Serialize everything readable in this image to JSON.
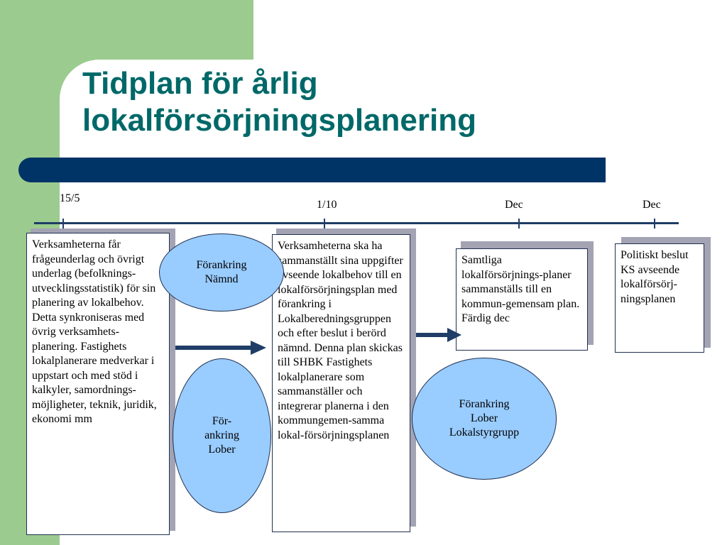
{
  "title": "Tidplan för årlig lokalförsörjningsplanering",
  "timeline": {
    "dates": [
      "15/5",
      "1/10",
      "Dec",
      "Dec"
    ]
  },
  "boxes": [
    {
      "text": "Verksamheterna får frågeunderlag och övrigt underlag (befolknings-utvecklingsstatistik) för sin planering av lokalbehov. Detta synkroniseras med övrig verksamhets-planering. Fastighets lokalplanerare medverkar i uppstart och med stöd i kalkyler, samordnings-möjligheter, teknik, juridik, ekonomi mm"
    },
    {
      "text": "Verksamheterna ska ha sammanställt sina uppgifter avseende lokalbehov till en lokalförsörjningsplan med förankring i Lokalberedningsgruppen och efter beslut i berörd nämnd. Denna plan skickas till SHBK Fastighets lokalplanerare som sammanställer och integrerar planerna i den kommungemen-samma lokal-försörjningsplanen"
    },
    {
      "text": "Samtliga lokalförsörjnings-planer sammanställs till en kommun-gemensam plan. Färdig dec"
    },
    {
      "text": "Politiskt beslut KS avseende lokalförsörj-ningsplanen"
    }
  ],
  "ovals": [
    {
      "text": "Förankring\nNämnd"
    },
    {
      "text": "För-\nankring\nLober"
    },
    {
      "text": "Förankring\nLober\nLokalstyrgrupp"
    }
  ],
  "colors": {
    "background_green": "#9ccb8f",
    "title": "#006868",
    "bar": "#003366",
    "oval_fill": "#99ccff",
    "arrow": "#1f3d66"
  }
}
